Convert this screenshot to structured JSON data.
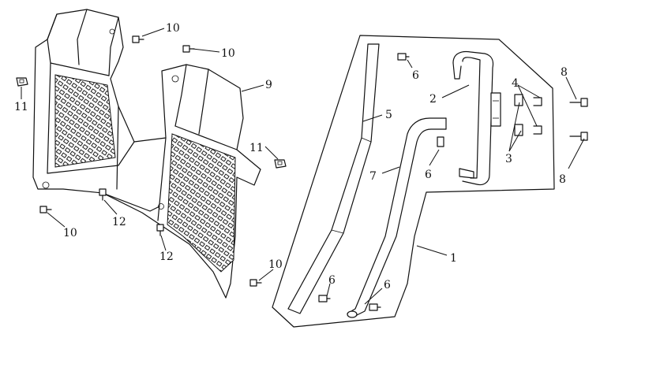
{
  "callouts": {
    "c1": "1",
    "c2": "2",
    "c3": "3",
    "c4": "4",
    "c5": "5",
    "c6a": "6",
    "c6b": "6",
    "c6c": "6",
    "c6d": "6",
    "c7": "7",
    "c8a": "8",
    "c8b": "8",
    "c9": "9",
    "c10a": "10",
    "c10b": "10",
    "c10c": "10",
    "c10d": "10",
    "c11a": "11",
    "c11b": "11",
    "c12a": "12",
    "c12b": "12"
  },
  "colors": {
    "line": "#111111",
    "background": "#ffffff"
  }
}
